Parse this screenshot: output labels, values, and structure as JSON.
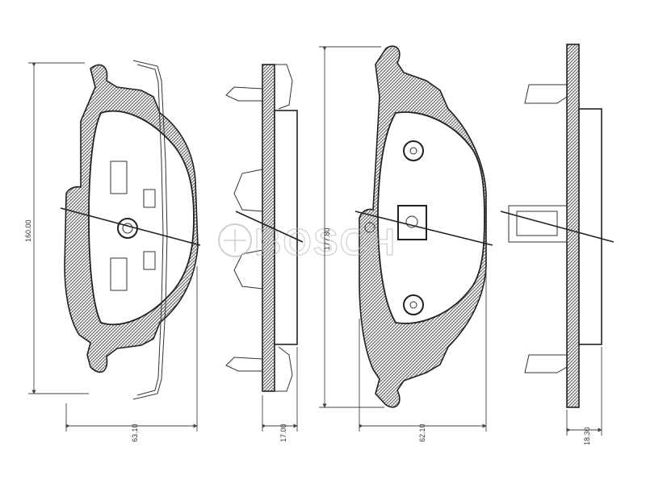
{
  "dimensions": {
    "height_front": "160.00",
    "width_front": "63.10",
    "thickness_front": "17.00",
    "height_rear": "177.80",
    "width_rear": "62.10",
    "thickness_rear": "18.30"
  },
  "watermark": {
    "text": "BOSCH"
  },
  "colors": {
    "line": "#222222",
    "watermark": "#bcbcbc"
  }
}
